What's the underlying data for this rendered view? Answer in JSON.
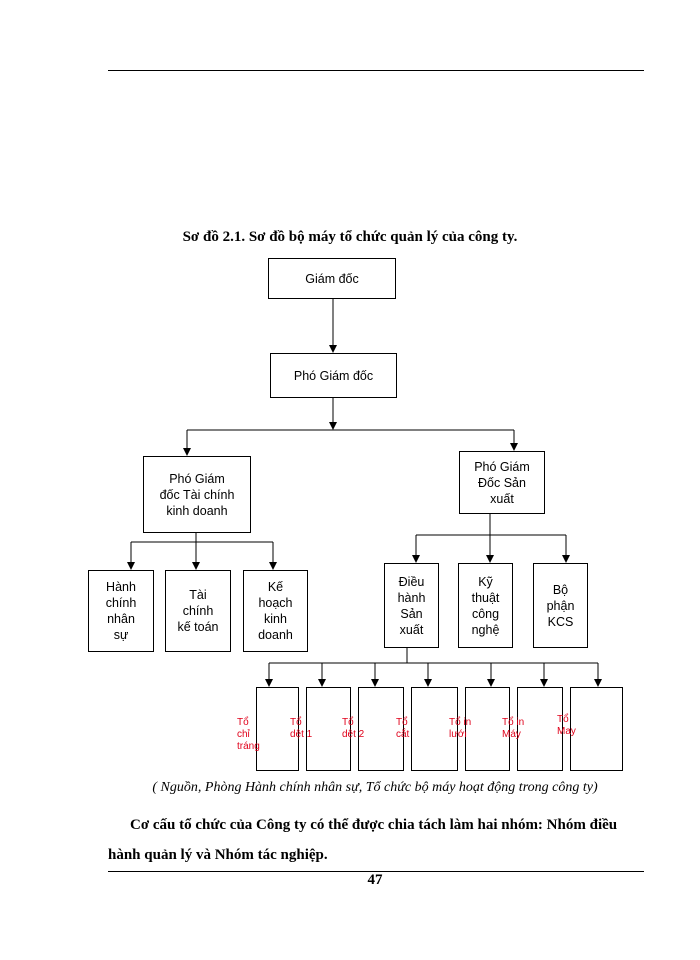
{
  "diagram": {
    "title": "Sơ đồ 2.1. Sơ đồ bộ máy tổ chức quản lý của công ty.",
    "director": "Giám đốc",
    "deputy_director": "Phó Giám đốc",
    "deputy_finance": "Phó Giám\nđốc Tài  chính\nkinh doanh",
    "deputy_production": "Phó Giám\nĐốc Sản\nxuất",
    "finance_units": [
      "Hành\nchính\nnhân\nsự",
      "Tài\nchính\nkế toán",
      "Kế\nhoạch\nkinh\ndoanh"
    ],
    "production_units": [
      "Điều\nhành\nSản\nxuất",
      "Kỹ\nthuật\ncông\nnghệ",
      "Bộ\nphận\nKCS"
    ],
    "teams": [
      "Tổ\nchỉ\ntráng",
      "Tổ\ndệt 1",
      "Tổ\ndệt 2",
      "Tổ\ncắt",
      "Tổ in\nlưới",
      "Tổ in\nMáy",
      "Tổ\nMay"
    ]
  },
  "source_note": "( Nguồn, Phòng Hành chính nhân sự, Tổ chức bộ máy hoạt động trong công ty)",
  "paragraph": "Cơ cấu tổ chức của Công ty có thể được chia tách làm hai nhóm: Nhóm điều hành quản lý và Nhóm tác nghiệp.",
  "page_number": "47",
  "colors": {
    "team_label": "#e0001a"
  }
}
